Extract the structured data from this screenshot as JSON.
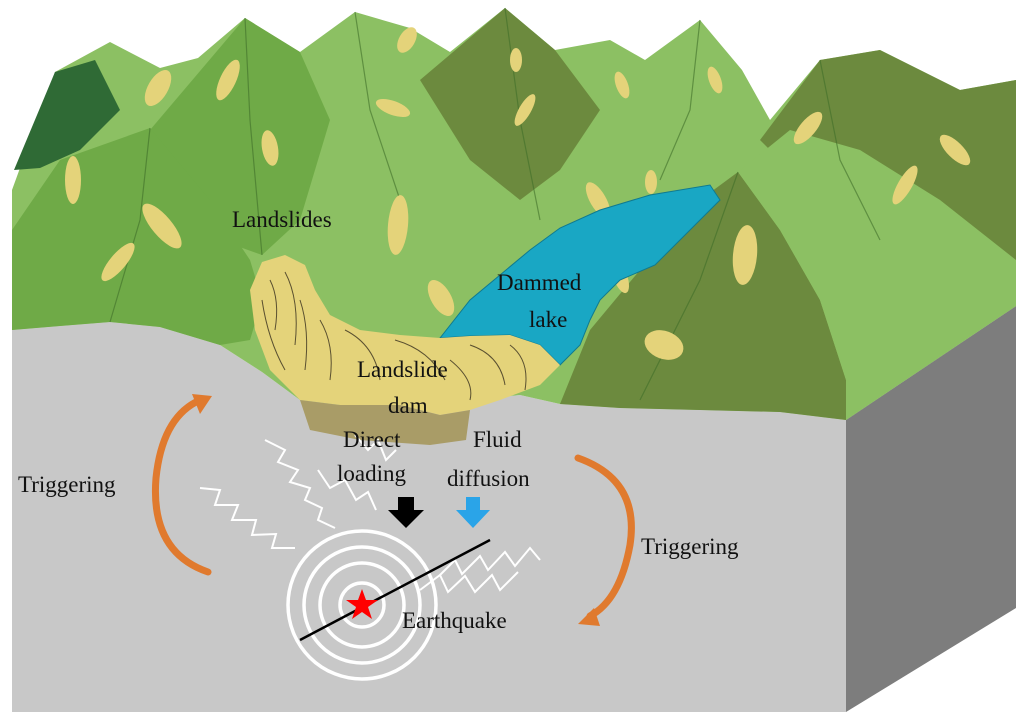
{
  "labels": {
    "landslides": "Landslides",
    "dammed_lake_line1": "Dammed",
    "dammed_lake_line2": "lake",
    "landslide_dam_line1": "Landslide",
    "landslide_dam_line2": "dam",
    "direct_loading_line1": "Direct",
    "direct_loading_line2": "loading",
    "fluid_diffusion_line1": "Fluid",
    "fluid_diffusion_line2": "diffusion",
    "triggering_left": "Triggering",
    "triggering_right": "Triggering",
    "earthquake": "Earthquake"
  },
  "colors": {
    "ground_front": "#c8c8c8",
    "ground_side": "#7d7d7d",
    "mountain_light": "#8cc063",
    "mountain_mid": "#6faa47",
    "mountain_olive": "#6c8a3e",
    "mountain_dark": "#2f6a35",
    "lake": "#19a7c4",
    "landslide": "#e4d37a",
    "dam_dark": "#a99c67",
    "triggering_arrow": "#e07a2e",
    "fluid_arrow": "#2aa4e8",
    "loading_arrow": "#000000",
    "epicenter_star": "#ff0000"
  },
  "icons": {
    "epicenter": "red-star-icon",
    "loading": "black-down-arrow-icon",
    "fluid": "blue-down-arrow-icon"
  }
}
